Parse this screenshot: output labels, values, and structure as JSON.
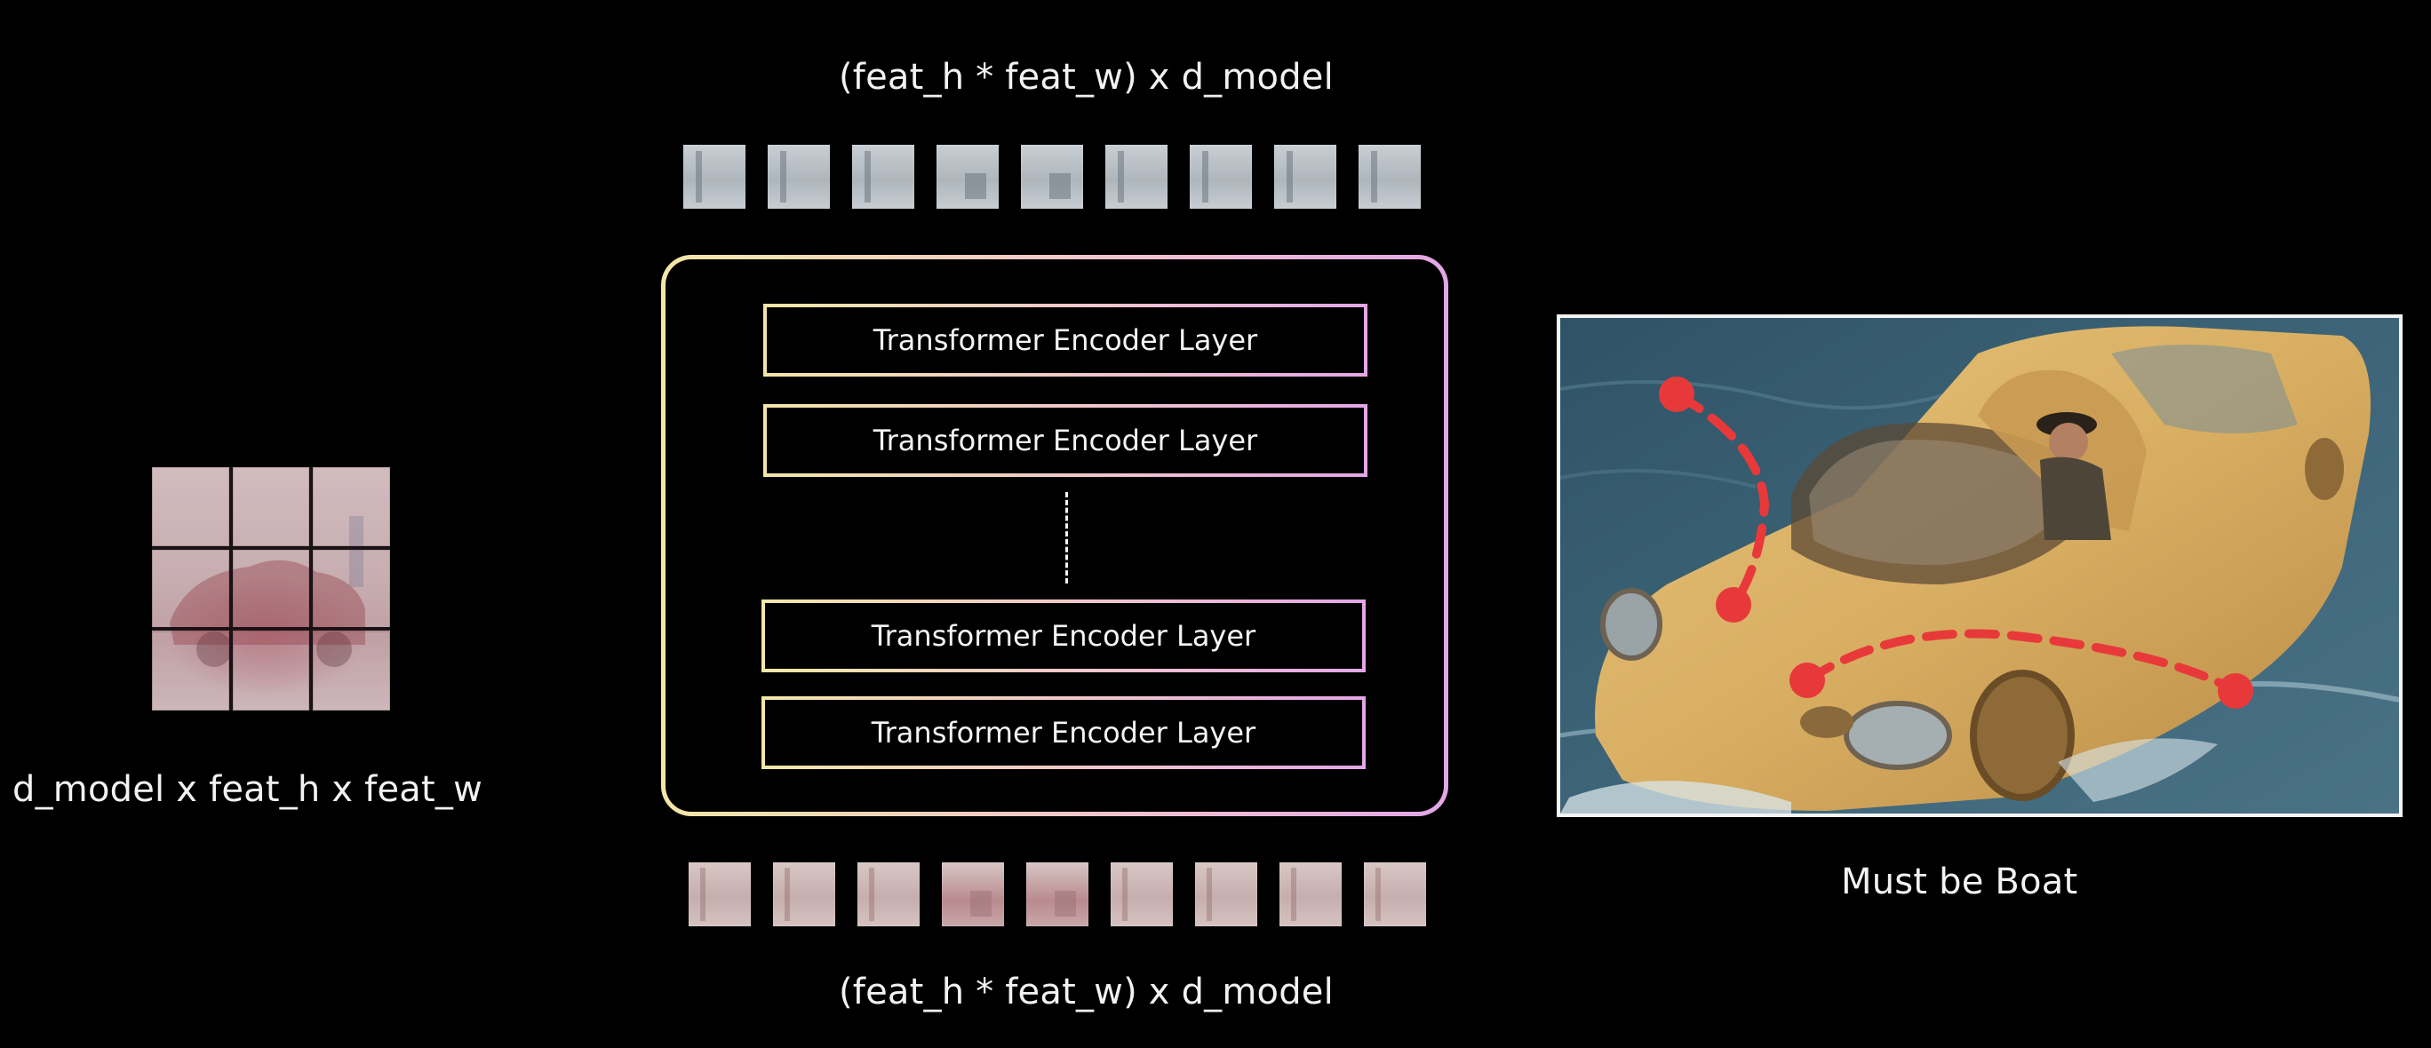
{
  "diagram": {
    "top_dimension_label": "(feat_h * feat_w) x d_model",
    "bottom_dimension_label": "(feat_h * feat_w) x d_model",
    "feature_map_label": "d_model x feat_h x feat_w",
    "encoder_layers": [
      "Transformer Encoder Layer",
      "Transformer Encoder Layer",
      "Transformer Encoder Layer",
      "Transformer Encoder Layer"
    ],
    "token_count_top": 9,
    "token_count_bottom": 9,
    "caption": "Must be Boat",
    "colors": {
      "background": "#000000",
      "gradient_start": "#f2e7a6",
      "gradient_mid": "#f0c2cf",
      "gradient_end": "#e3a6e6",
      "annotation_red": "#e8393a",
      "text": "#f2f2f2"
    }
  }
}
